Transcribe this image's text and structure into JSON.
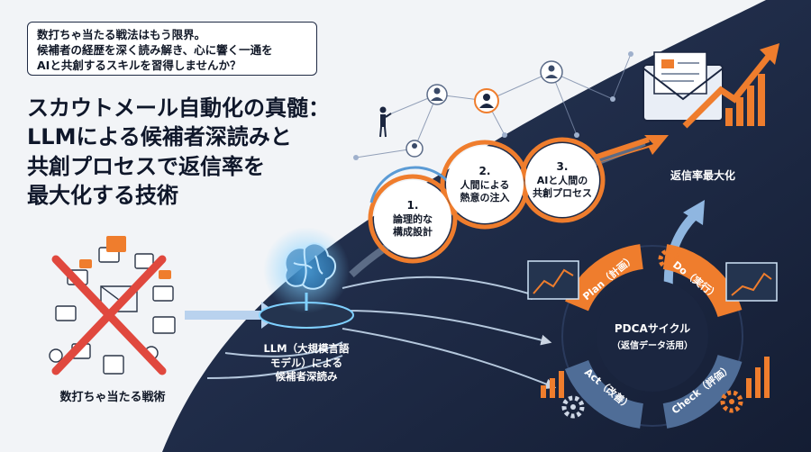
{
  "callout": {
    "lines": [
      "数打ちゃ当たる戦法はもう限界。",
      "候補者の経歴を深く読み解き、心に響く一通を",
      "AIと共創するスキルを習得しませんか？"
    ]
  },
  "title": {
    "lines": [
      "スカウトメール自動化の真髄：",
      "LLMによる候補者深読みと",
      "共創プロセスで返信率を",
      "最大化する技術"
    ]
  },
  "left": {
    "caption": "数打ちゃ当たる戦術"
  },
  "llm": {
    "lines": [
      "LLM（大規模言語",
      "モデル）による",
      "候補者深読み"
    ]
  },
  "steps": [
    {
      "num": "1.",
      "lines": [
        "論理的な",
        "構成設計"
      ]
    },
    {
      "num": "2.",
      "lines": [
        "人間による",
        "熱意の注入"
      ]
    },
    {
      "num": "3.",
      "lines": [
        "AIと人間の",
        "共創プロセス"
      ]
    }
  ],
  "goal": {
    "label": "返信率最大化"
  },
  "pdca": {
    "title": "PDCAサイクル",
    "subtitle": "（返信データ活用）",
    "plan": "Plan（計画）",
    "do": "Do（実行）",
    "check": "Check（評価）",
    "act": "Act（改善）"
  },
  "colors": {
    "navy": "#1b2640",
    "orange": "#ef7d2d",
    "blue": "#5b9bd5",
    "cross": "#e0483e"
  }
}
